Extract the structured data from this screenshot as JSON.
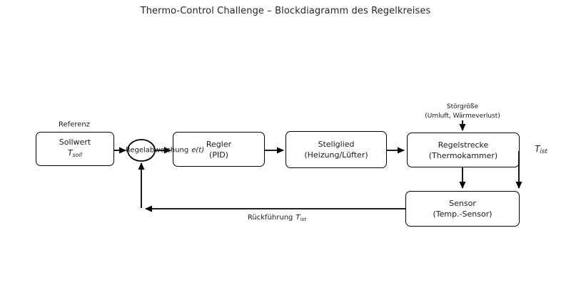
{
  "title": "Thermo-Control Challenge – Blockdiagramm des Regelkreises",
  "colors": {
    "line": "#000000",
    "text": "#1a1a1a",
    "background": "#ffffff",
    "box_fill": "#ffffff"
  },
  "blocks": {
    "sollwert": {
      "title": "Sollwert",
      "symbol_base": "T",
      "symbol_sub": "soll"
    },
    "regler": {
      "title": "Regler",
      "subtitle": "(PID)"
    },
    "stellglied": {
      "title": "Stellglied",
      "subtitle": "(Heizung/Lüfter)"
    },
    "regelstrecke": {
      "title": "Regelstrecke",
      "subtitle": "(Thermokammer)"
    },
    "sensor": {
      "title": "Sensor",
      "subtitle": "(Temp.-Sensor)"
    }
  },
  "labels": {
    "referenz": "Referenz",
    "regelabweichung_prefix": "Regelabweichung",
    "regelabweichung_math": "e(t)",
    "stoergroesse_line1": "Störgröße",
    "stoergroesse_line2": "(Umluft, Wärmeverlust)",
    "rueckfuehrung_prefix": "Rückführung",
    "t_base": "T",
    "t_ist_sub": "ist"
  }
}
